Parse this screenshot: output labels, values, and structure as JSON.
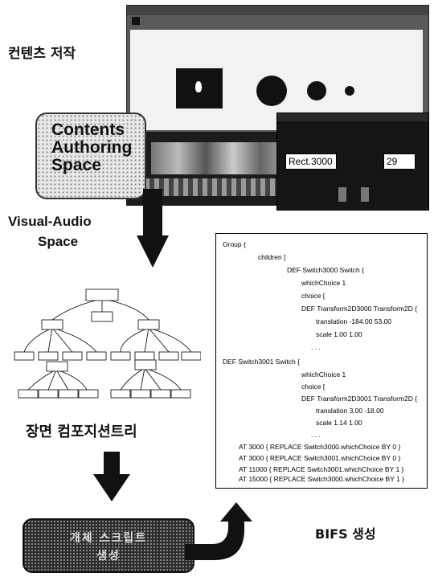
{
  "captions": {
    "contents_authoring_ko": "컨텐츠 저작",
    "visual_audio_line1": "Visual-Audio",
    "visual_audio_line2": "Space",
    "scene_tree_ko": "장면 컴포지션트리",
    "bifs_generate": "BIFS 생성"
  },
  "authoring_box": {
    "line1": "Contents",
    "line2": "Authoring",
    "line3": "Space"
  },
  "screenshot": {
    "field_left": "Rect.3000",
    "field_right": "29"
  },
  "dark_box": {
    "line1": "개체 스크립트",
    "line2": "생성"
  },
  "bifs_code": [
    "Group {",
    "children [",
    "DEF Switch3000 Switch {",
    "whichChoice 1",
    "choice [",
    "DEF Transform2D3000 Transform2D {",
    "translation -184.00 53.00",
    "scale 1.00 1.00",
    ". . .",
    "DEF Switch3001 Switch {",
    "whichChoice 1",
    "choice [",
    "DEF Transform2D3001 Transform2D {",
    "translation 3.00 -18.00",
    "scale 1.14 1.00",
    ". . .",
    "AT 3000 { REPLACE Switch3000.whichChoice BY 0 }",
    "AT 3000 { REPLACE Switch3001.whichChoice BY 0 }",
    "AT 11000 { REPLACE Switch3001.whichChoice BY 1 }",
    "AT 15000 { REPLACE Switch3000.whichChoice BY 1 }"
  ]
}
